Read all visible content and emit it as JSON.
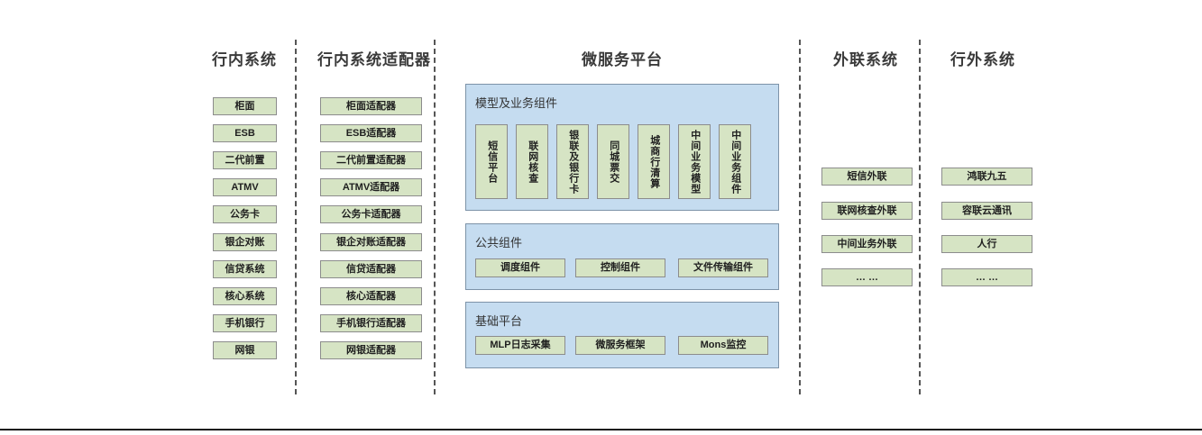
{
  "diagram": {
    "columns": [
      {
        "id": "in-bank-systems",
        "title": "行内系统",
        "items": [
          "柜面",
          "ESB",
          "二代前置",
          "ATMV",
          "公务卡",
          "银企对账",
          "信贷系统",
          "核心系统",
          "手机银行",
          "网银"
        ]
      },
      {
        "id": "in-bank-adapters",
        "title": "行内系统适配器",
        "items": [
          "柜面适配器",
          "ESB适配器",
          "二代前置适配器",
          "ATMV适配器",
          "公务卡适配器",
          "银企对账适配器",
          "信贷适配器",
          "核心适配器",
          "手机银行适配器",
          "网银适配器"
        ]
      },
      {
        "id": "microservice-platform",
        "title": "微服务平台",
        "groups": [
          {
            "id": "model-business-components",
            "title": "模型及业务组件",
            "orientation": "vertical",
            "items": [
              "短信平台",
              "联网核查",
              "银联及银行卡",
              "同城票交",
              "城商行清算",
              "中间业务模型",
              "中间业务组件"
            ]
          },
          {
            "id": "public-components",
            "title": "公共组件",
            "orientation": "horizontal",
            "items": [
              "调度组件",
              "控制组件",
              "文件传输组件"
            ]
          },
          {
            "id": "base-platform",
            "title": "基础平台",
            "orientation": "horizontal",
            "items": [
              "MLP日志采集",
              "微服务框架",
              "Mons监控"
            ]
          }
        ]
      },
      {
        "id": "external-liaison-systems",
        "title": "外联系统",
        "items": [
          "短信外联",
          "联网核查外联",
          "中间业务外联",
          "… …"
        ]
      },
      {
        "id": "outside-bank-systems",
        "title": "行外系统",
        "items": [
          "鸿联九五",
          "容联云通讯",
          "人行",
          "… …"
        ]
      }
    ],
    "colors": {
      "box_fill": "#d6e4c4",
      "box_border": "#8c8c8c",
      "panel_fill": "#c5dcf0",
      "panel_border": "#7d93a8",
      "title_text": "#3a3a3a",
      "divider": "#555555",
      "rule": "#1a1a1a"
    }
  }
}
